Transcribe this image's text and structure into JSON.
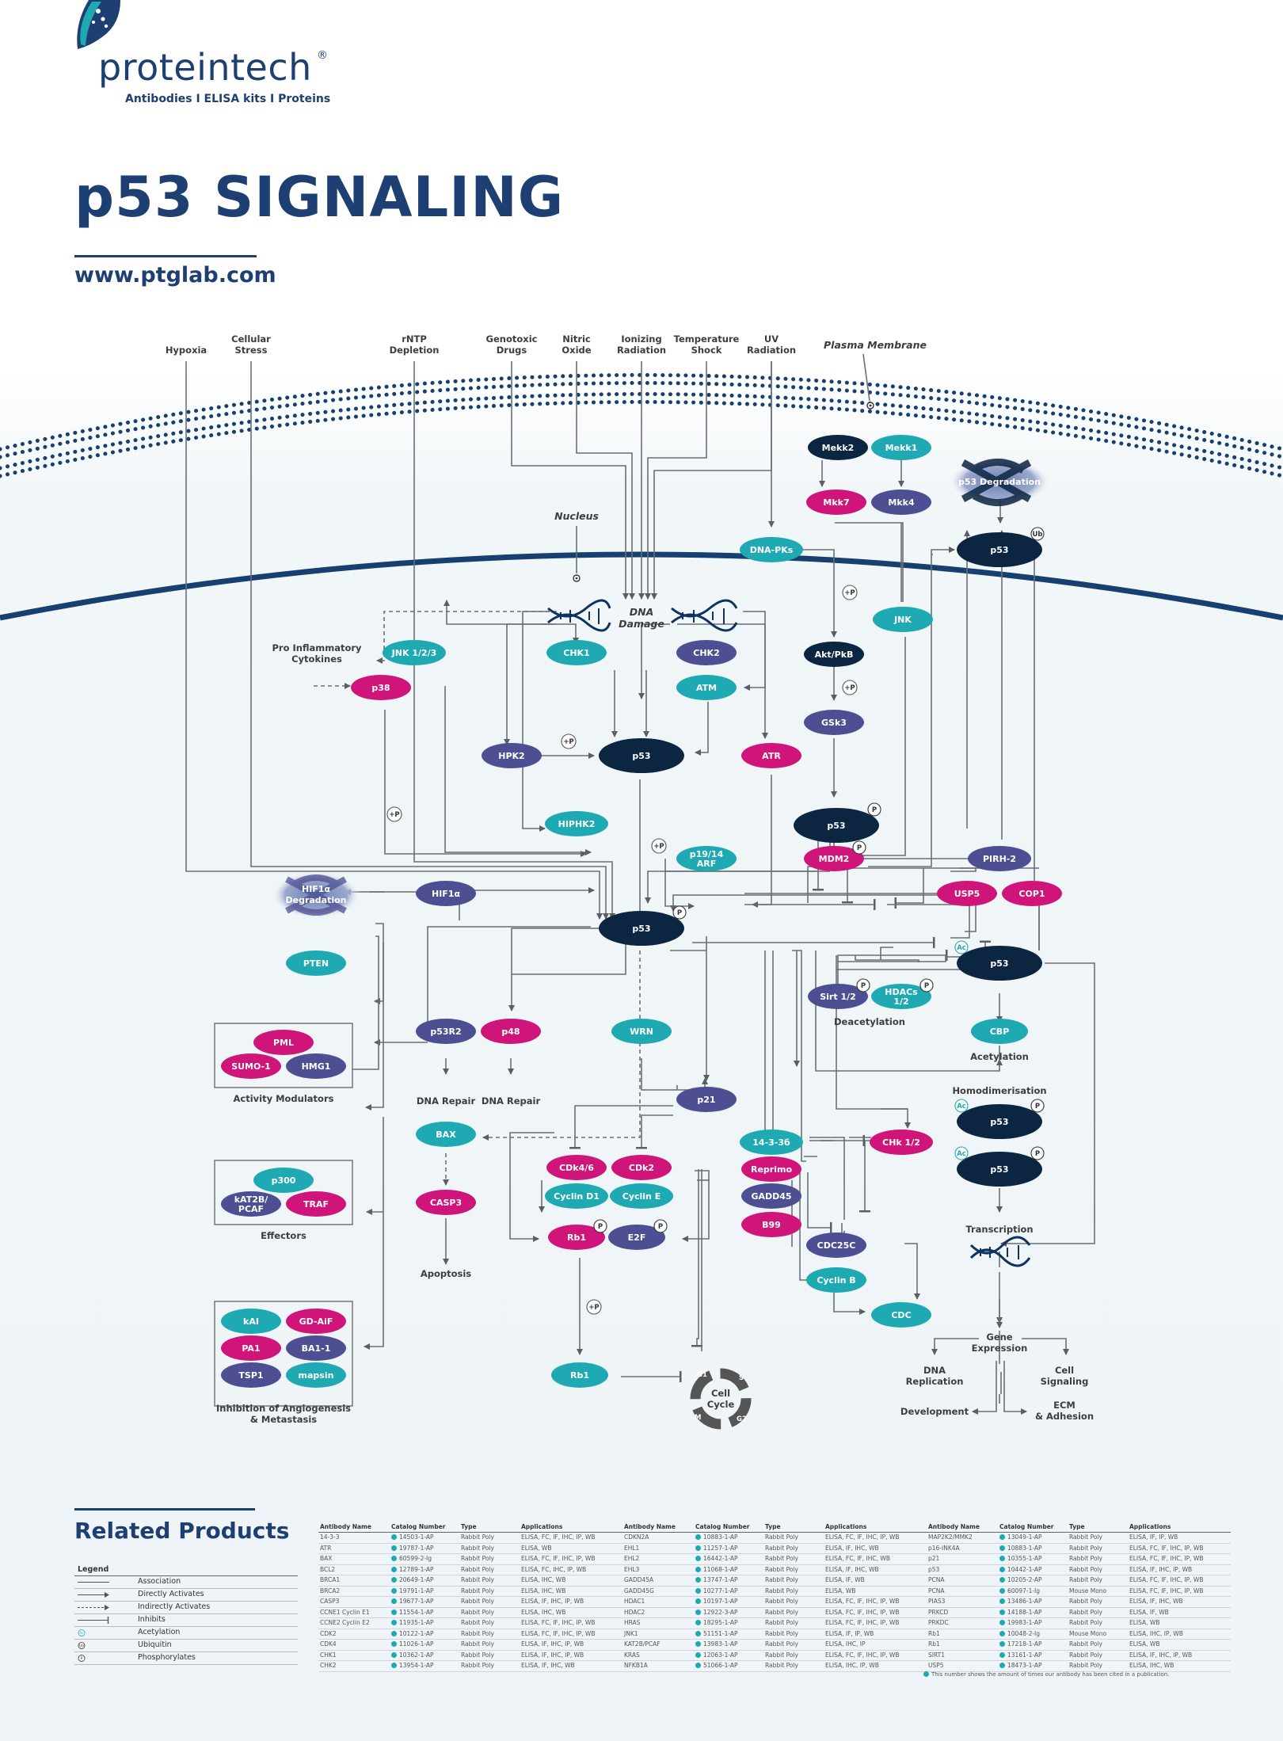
{
  "brand": {
    "name": "proteintech",
    "registered": "®",
    "tagline": "Antibodies  I  ELISA kits  I  Proteins"
  },
  "title": "p53 SIGNALING",
  "url": "www.ptglab.com",
  "stimuli": {
    "hypoxia": "Hypoxia",
    "cellular_stress": [
      "Cellular",
      "Stress"
    ],
    "rntp": [
      "rNTP",
      "Depletion"
    ],
    "genotoxic": [
      "Genotoxic",
      "Drugs"
    ],
    "nitric": [
      "Nitric",
      "Oxide"
    ],
    "ionizing": [
      "Ionizing",
      "Radiation"
    ],
    "temperature": [
      "Temperature",
      "Shock"
    ],
    "uv": [
      "UV",
      "Radiation"
    ]
  },
  "compartments": {
    "plasma_membrane": "Plasma Membrane",
    "nucleus": "Nucleus",
    "dna_damage": [
      "DNA",
      "Damage"
    ]
  },
  "nodes": {
    "mekk2": "Mekk2",
    "mekk1": "Mekk1",
    "mkk7": "Mkk7",
    "mkk4": "Mkk4",
    "p53_degradation": "p53 Degradation",
    "p53_ub": "p53",
    "dna_pks": "DNA-PKs",
    "jnk": "JNK",
    "akt": "Akt/PkB",
    "gsk3": "GSk3",
    "p53_p": "p53",
    "mdm2": "MDM2",
    "pirh2": "PIRH-2",
    "usp5": "USP5",
    "cop1": "COP1",
    "jnk123": "JNK 1/2/3",
    "chk1": "CHK1",
    "chk2": "CHK2",
    "atm": "ATM",
    "p38": "p38",
    "hpk2": "HPK2",
    "p53_center": "p53",
    "atr": "ATR",
    "hiphk2": "HIPHK2",
    "p19arf": [
      "p19/14",
      "ARF"
    ],
    "hif1a_deg": [
      "HIF1α",
      "Degradation"
    ],
    "hif1a": "HIF1α",
    "p53_main": "p53",
    "pten": "PTEN",
    "p53_ac": "p53",
    "sirt": "Sirt 1/2",
    "hdacs": [
      "HDACs",
      "1/2"
    ],
    "cbp": "CBP",
    "pml": "PML",
    "sumo": "SUMO-1",
    "hmg1": "HMG1",
    "p53r2": "p53R2",
    "p48": "p48",
    "wrn": "WRN",
    "p21": "p21",
    "bax": "BAX",
    "casp3": "CASP3",
    "cdk46": "CDk4/6",
    "cdk2": "CDk2",
    "cyclind1": "Cyclin D1",
    "cycline": "Cyclin E",
    "rb1p": "Rb1",
    "e2f": "E2F",
    "rb1": "Rb1",
    "p300": "p300",
    "kat2b": [
      "kAT2B/",
      "PCAF"
    ],
    "traf": "TRAF",
    "p1433": "14-3-3б",
    "chk12": "CHk 1/2",
    "reprimo": "Reprimo",
    "gadd45": "GADD45",
    "b99": "B99",
    "cdc25c": "CDC25C",
    "cyclinb": "Cyclin B",
    "cdc": "CDC",
    "p53_a": "p53",
    "p53_b": "p53",
    "kai": "kAI",
    "gdaif": "GD-AiF",
    "pa1": "PA1",
    "ba11": "BA1-1",
    "tsp1": "TSP1",
    "mapsin": "mapsin"
  },
  "labels": {
    "pro_inflammatory": [
      "Pro Inflammatory",
      "Cytokines"
    ],
    "deacetylation": "Deacetylation",
    "acetylation": "Acetylation",
    "homodimerisation": "Homodimerisation",
    "transcription": "Transcription",
    "gene_expression": [
      "Gene",
      "Expression"
    ],
    "dna_replication": [
      "DNA",
      "Replication"
    ],
    "cell_signaling": [
      "Cell",
      "Signaling"
    ],
    "development": "Development",
    "ecm": [
      "ECM",
      "& Adhesion"
    ],
    "activity_modulators": "Activity Modulators",
    "effectors": "Effectors",
    "inhibition": [
      "Inhibition of Angiogenesis",
      "& Metastasis"
    ],
    "dna_repair_1": "DNA Repair",
    "dna_repair_2": "DNA Repair",
    "apoptosis": "Apoptosis",
    "cell_cycle": [
      "Cell",
      "Cycle"
    ],
    "cycle_phases": [
      "G1",
      "S",
      "G2",
      "M"
    ],
    "plus_p": "+P",
    "badge_p": "P",
    "badge_ub": "Ub",
    "badge_ac": "Ac"
  },
  "colors": {
    "navy": "#0c2541",
    "teal": "#1ea9b3",
    "magenta": "#d0157a",
    "purple": "#4e4f92",
    "brand_blue": "#1e3f72"
  },
  "related_products": {
    "title": "Related Products",
    "legend": {
      "title": "Legend",
      "items": [
        "Association",
        "Directly Activates",
        "Indirectly Activates",
        "Inhibits",
        "Acetylation",
        "Ubiquitin",
        "Phosphorylates"
      ],
      "symbols": [
        "Ac",
        "Ub",
        "P"
      ]
    },
    "columns": [
      "Antibody Name",
      "Catalog Number",
      "Type",
      "Applications"
    ],
    "tables": [
      [
        [
          "14-3-3",
          "14503-1-AP",
          "Rabbit Poly",
          "ELISA, FC, IF, IHC, IP, WB"
        ],
        [
          "ATR",
          "19787-1-AP",
          "Rabbit Poly",
          "ELISA, WB"
        ],
        [
          "BAX",
          "60599-2-Ig",
          "Rabbit Poly",
          "ELISA, FC, IF, IHC, IP, WB"
        ],
        [
          "BCL2",
          "12789-1-AP",
          "Rabbit Poly",
          "ELISA, FC, IHC, IP, WB"
        ],
        [
          "BRCA1",
          "20649-1-AP",
          "Rabbit Poly",
          "ELISA, IHC, WB"
        ],
        [
          "BRCA2",
          "19791-1-AP",
          "Rabbit Poly",
          "ELISA, IHC, WB"
        ],
        [
          "CASP3",
          "19677-1-AP",
          "Rabbit Poly",
          "ELISA, IF, IHC, IP, WB"
        ],
        [
          "CCNE1 Cyclin E1",
          "11554-1-AP",
          "Rabbit Poly",
          "ELISA, IHC, WB"
        ],
        [
          "CCNE2 Cyclin E2",
          "11935-1-AP",
          "Rabbit Poly",
          "ELISA, FC, IF, IHC, IP, WB"
        ],
        [
          "CDK2",
          "10122-1-AP",
          "Rabbit Poly",
          "ELISA, FC, IF, IHC, IP, WB"
        ],
        [
          "CDK4",
          "11026-1-AP",
          "Rabbit Poly",
          "ELISA, IF, IHC, IP, WB"
        ],
        [
          "CHK1",
          "10362-1-AP",
          "Rabbit Poly",
          "ELISA, IF, IHC, IP, WB"
        ],
        [
          "CHK2",
          "13954-1-AP",
          "Rabbit Poly",
          "ELISA, IF, IHC, WB"
        ]
      ],
      [
        [
          "CDKN2A",
          "10883-1-AP",
          "Rabbit Poly",
          "ELISA, FC, IF, IHC, IP, WB"
        ],
        [
          "EHL1",
          "11257-1-AP",
          "Rabbit Poly",
          "ELISA, IF, IHC, WB"
        ],
        [
          "EHL2",
          "16442-1-AP",
          "Rabbit Poly",
          "ELISA, FC, IF, IHC, WB"
        ],
        [
          "EHL3",
          "11068-1-AP",
          "Rabbit Poly",
          "ELISA, IF, IHC, WB"
        ],
        [
          "GADD45A",
          "13747-1-AP",
          "Rabbit Poly",
          "ELISA, IF, WB"
        ],
        [
          "GADD45G",
          "10277-1-AP",
          "Rabbit Poly",
          "ELISA, WB"
        ],
        [
          "HDAC1",
          "10197-1-AP",
          "Rabbit Poly",
          "ELISA, FC, IF, IHC, IP, WB"
        ],
        [
          "HDAC2",
          "12922-3-AP",
          "Rabbit Poly",
          "ELISA, FC, IF, IHC, IP, WB"
        ],
        [
          "HRAS",
          "18295-1-AP",
          "Rabbit Poly",
          "ELISA, FC, IF, IHC, IP, WB"
        ],
        [
          "JNK1",
          "51151-1-AP",
          "Rabbit Poly",
          "ELISA, IF, IP, WB"
        ],
        [
          "KAT2B/PCAF",
          "13983-1-AP",
          "Rabbit Poly",
          "ELISA, IHC, IP"
        ],
        [
          "KRAS",
          "12063-1-AP",
          "Rabbit Poly",
          "ELISA, FC, IF, IHC, IP, WB"
        ],
        [
          "NFKB1A",
          "51066-1-AP",
          "Rabbit Poly",
          "ELISA, IHC, IP, WB"
        ]
      ],
      [
        [
          "MAP2K2/MMK2",
          "13049-1-AP",
          "Rabbit Poly",
          "ELISA, IF, IP, WB"
        ],
        [
          "p16-INK4A",
          "10883-1-AP",
          "Rabbit Poly",
          "ELISA, FC, IF, IHC, IP, WB"
        ],
        [
          "p21",
          "10355-1-AP",
          "Rabbit Poly",
          "ELISA, FC, IF, IHC, IP, WB"
        ],
        [
          "p53",
          "10442-1-AP",
          "Rabbit Poly",
          "ELISA, IF, IHC, IP, WB"
        ],
        [
          "PCNA",
          "10205-2-AP",
          "Rabbit Poly",
          "ELISA, FC, IF, IHC, IP, WB"
        ],
        [
          "PCNA",
          "60097-1-Ig",
          "Mouse Mono",
          "ELISA, FC, IF, IHC, IP, WB"
        ],
        [
          "PIAS3",
          "13486-1-AP",
          "Rabbit Poly",
          "ELISA, IF, IHC, WB"
        ],
        [
          "PRKCD",
          "14188-1-AP",
          "Rabbit Poly",
          "ELISA, IF, WB"
        ],
        [
          "PRKDC",
          "19983-1-AP",
          "Rabbit Poly",
          "ELISA, WB"
        ],
        [
          "Rb1",
          "10048-2-Ig",
          "Mouse Mono",
          "ELISA, IHC, IP, WB"
        ],
        [
          "Rb1",
          "17218-1-AP",
          "Rabbit Poly",
          "ELISA, WB"
        ],
        [
          "SIRT1",
          "13161-1-AP",
          "Rabbit Poly",
          "ELISA, IF, IHC, IP, WB"
        ],
        [
          "USP5",
          "18473-1-AP",
          "Rabbit Poly",
          "ELISA, IHC, WB"
        ]
      ]
    ],
    "footnote": "This number shows the amount of times our antibody has been cited in a publication."
  }
}
